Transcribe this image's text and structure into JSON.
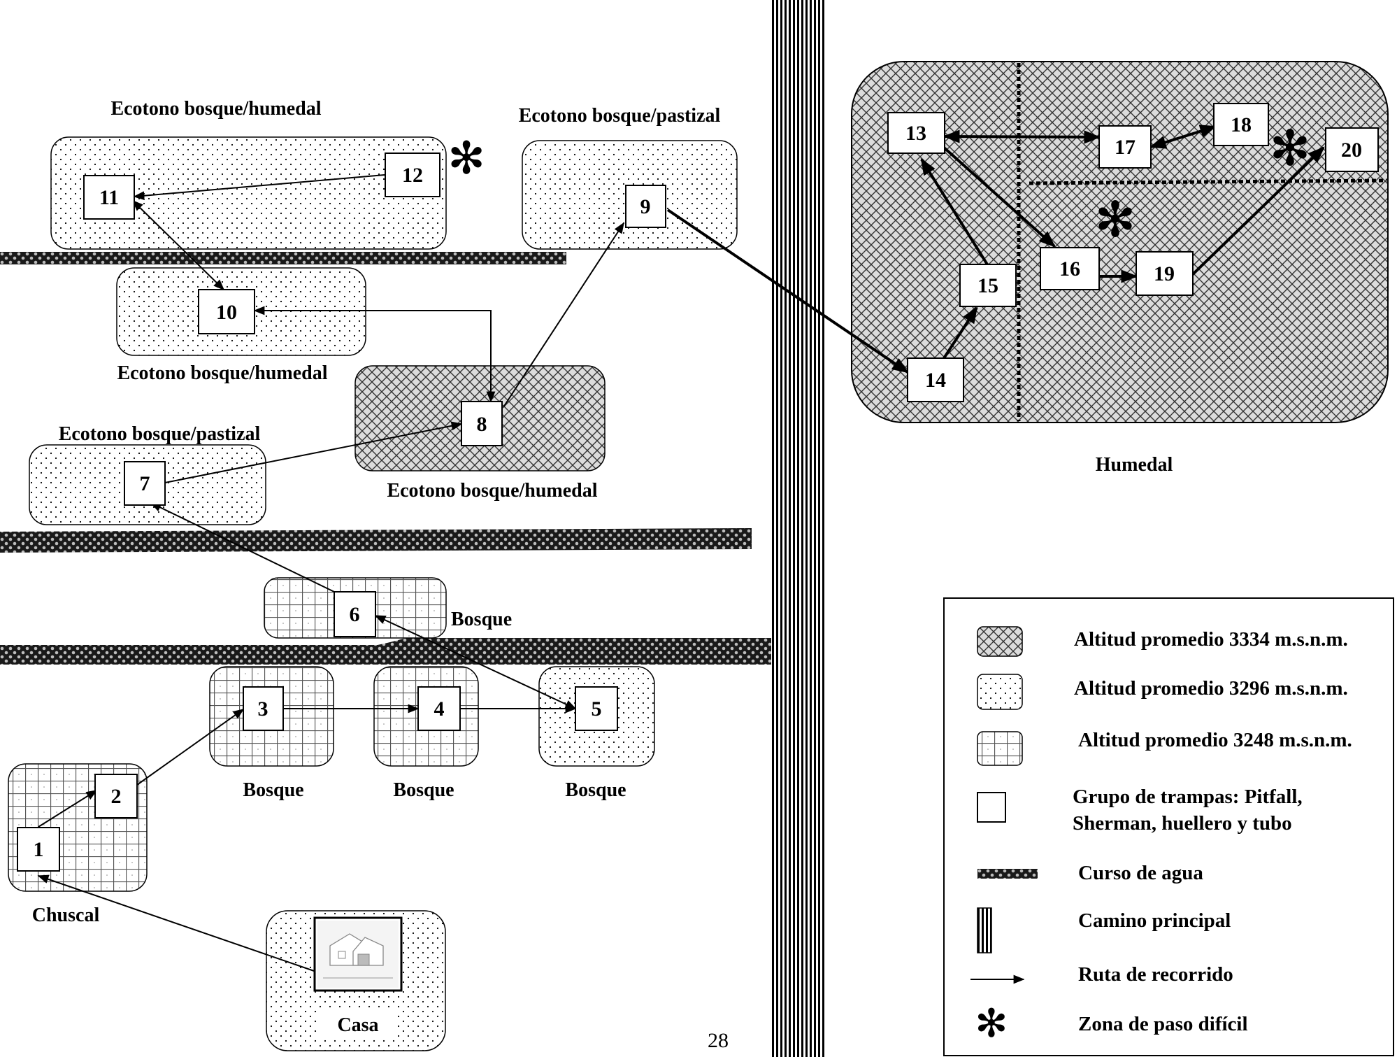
{
  "nodes": {
    "n1": "1",
    "n2": "2",
    "n3": "3",
    "n4": "4",
    "n5": "5",
    "n6": "6",
    "n7": "7",
    "n8": "8",
    "n9": "9",
    "n10": "10",
    "n11": "11",
    "n12": "12",
    "n13": "13",
    "n14": "14",
    "n15": "15",
    "n16": "16",
    "n17": "17",
    "n18": "18",
    "n19": "19",
    "n20": "20"
  },
  "zone_labels": {
    "ecotono_bh_top": "Ecotono bosque/humedal",
    "ecotono_bp_top": "Ecotono bosque/pastizal",
    "ecotono_bh_10": "Ecotono bosque/humedal",
    "ecotono_bp_7": "Ecotono bosque/pastizal",
    "ecotono_bh_8": "Ecotono bosque/humedal",
    "bosque_6": "Bosque",
    "bosque_3": "Bosque",
    "bosque_4": "Bosque",
    "bosque_5": "Bosque",
    "chuscal": "Chuscal",
    "casa": "Casa",
    "humedal": "Humedal"
  },
  "page_number": "28",
  "difficult_marker": "✻",
  "legend": {
    "items": [
      {
        "pattern": "crosshatch",
        "label": "Altitud promedio 3334 m.s.n.m."
      },
      {
        "pattern": "dots",
        "label": "Altitud promedio 3296 m.s.n.m."
      },
      {
        "pattern": "grid",
        "label": "Altitud promedio 3248 m.s.n.m."
      },
      {
        "pattern": "trap-box",
        "label_line1": "Grupo de trampas: Pitfall,",
        "label_line2": "Sherman, huellero y tubo"
      },
      {
        "pattern": "water",
        "label": "Curso de agua"
      },
      {
        "pattern": "road",
        "label": "Camino principal"
      },
      {
        "pattern": "arrow",
        "label": "Ruta de recorrido"
      },
      {
        "pattern": "asterisk",
        "label": "Zona de paso difícil"
      }
    ]
  },
  "colors": {
    "ink": "#000000",
    "paper": "#ffffff"
  }
}
